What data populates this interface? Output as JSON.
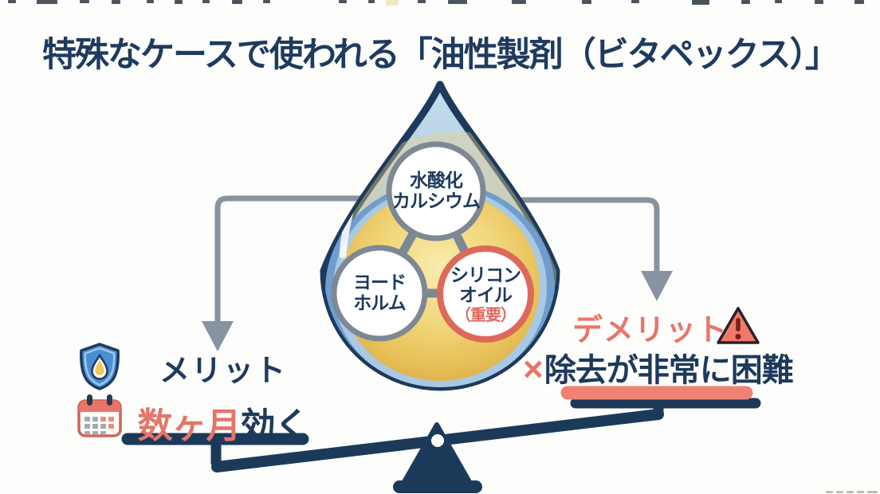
{
  "title": "特殊なケースで使われる「油性製剤（ビタペックス）」",
  "droplet": {
    "circles": [
      {
        "id": "calcium-hydroxide",
        "label_line1": "水酸化",
        "label_line2": "カルシウム"
      },
      {
        "id": "iodoform",
        "label_line1": "ヨード",
        "label_line2": "ホルム"
      },
      {
        "id": "silicone-oil",
        "label_line1": "シリコン",
        "label_line2": "オイル",
        "note": "（重要）"
      }
    ]
  },
  "merit": {
    "heading": "メリット",
    "duration_highlight": "数ヶ月",
    "duration_rest": "効く",
    "icons": [
      "shield-droplet-icon",
      "calendar-icon"
    ]
  },
  "demerit": {
    "heading": "デメリット",
    "warning_icon": "warning-triangle-icon",
    "cross_mark": "×",
    "statement": "除去が非常に困難"
  },
  "colors": {
    "navy": "#1d3a5c",
    "salmon": "#e8756a",
    "salmon_border": "#dd695a",
    "underline_salmon": "#ef8272",
    "arrow_gray": "#8793a0",
    "circle_border_gray": "#7d8894",
    "droplet_gold": "#eccb63",
    "droplet_blue_top": "#bcd6ea",
    "shield_blue": "#4a8fd4"
  }
}
